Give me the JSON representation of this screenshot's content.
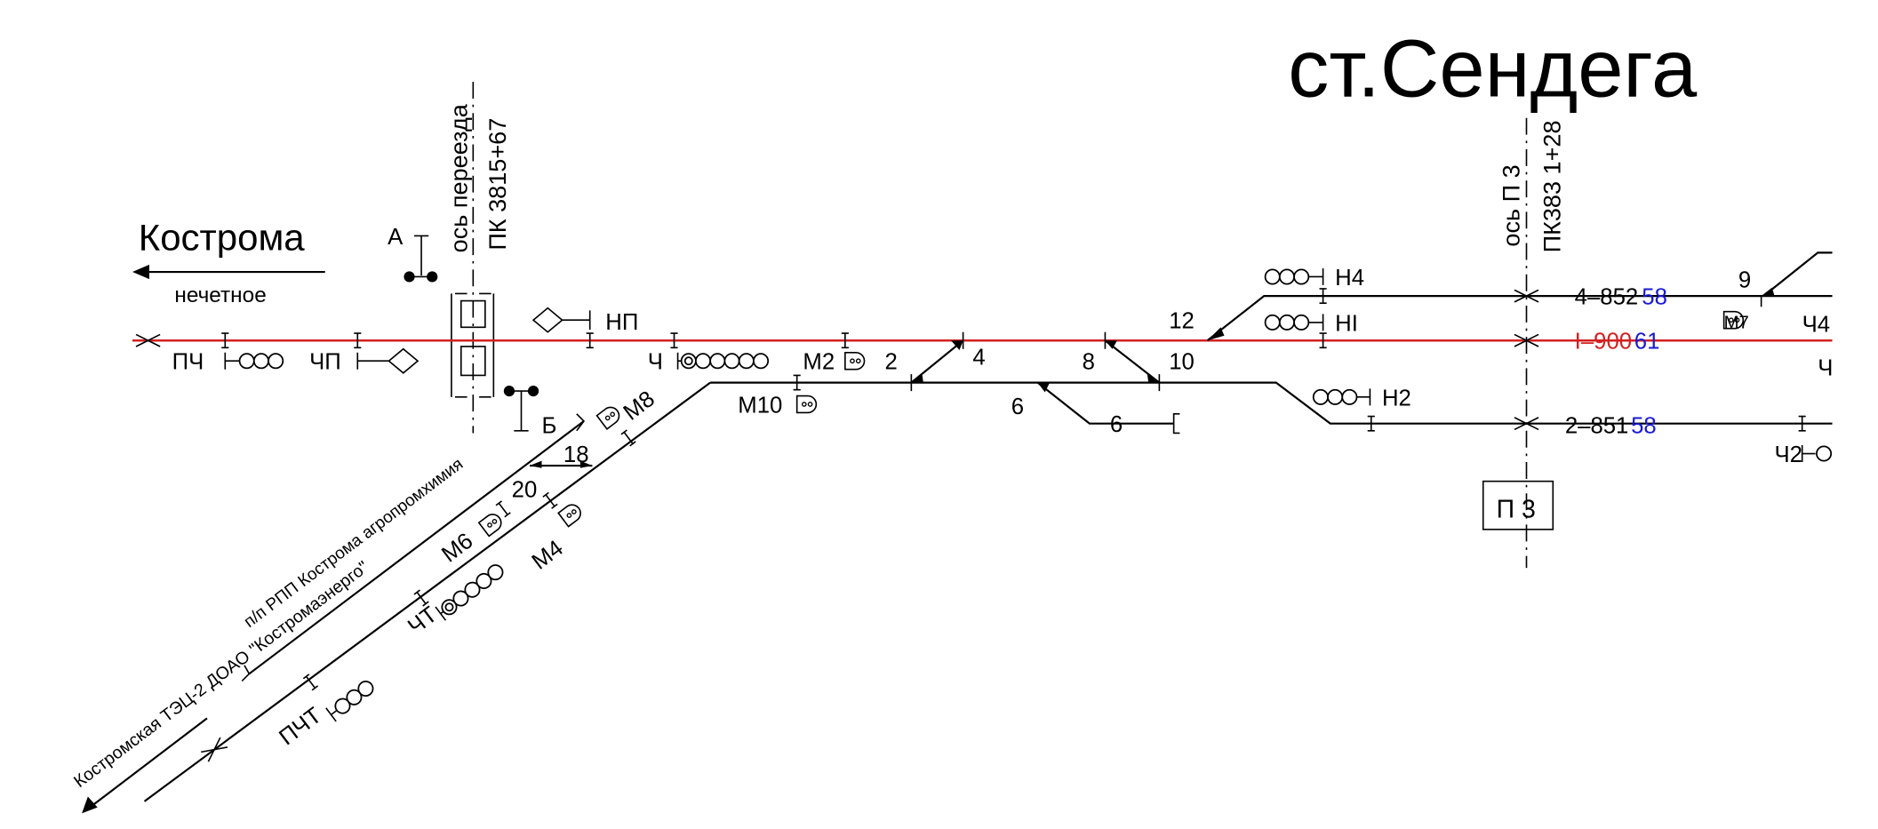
{
  "title": "ст.Сендега",
  "direction": {
    "name": "Кострома",
    "sub": "нечетное"
  },
  "crossing_axis": {
    "label": "ось переезда",
    "pk": "ПК 3815+67"
  },
  "station_axis": {
    "label": "ось П 3",
    "pk": "ПК383 1+28",
    "box": "П 3"
  },
  "signals": {
    "pch": "ПЧ",
    "chp": "ЧП",
    "np": "НП",
    "ch": "Ч",
    "m2": "М2",
    "m10": "М10",
    "m8": "М8",
    "m6": "М6",
    "m4": "М4",
    "cht": "ЧТ",
    "pcht": "ПЧТ",
    "n4": "Н4",
    "n1": "НI",
    "n2": "Н2",
    "m7": "М7",
    "ch4": "Ч4",
    "ch_right": "Ч",
    "ch2": "Ч2",
    "a": "А",
    "b": "Б"
  },
  "switches": {
    "s2": "2",
    "s4": "4",
    "s6": "6",
    "s8": "8",
    "s10": "10",
    "s12": "12",
    "s18": "18",
    "s20": "20",
    "s9": "9",
    "dead_end_6": "6"
  },
  "tracks": [
    {
      "num": "4",
      "length": "852",
      "suffix": "58"
    },
    {
      "num": "I",
      "length": "900",
      "suffix": "61"
    },
    {
      "num": "2",
      "length": "851",
      "suffix": "58"
    }
  ],
  "sidings": {
    "upper": "п/п  РПП Кострома агропромхимия",
    "lower": "Костромская ТЭЦ-2 ДОАО \"Костромаэнерго\""
  },
  "colors": {
    "main_track": "#d42020",
    "suffix": "#1a1ad4"
  }
}
